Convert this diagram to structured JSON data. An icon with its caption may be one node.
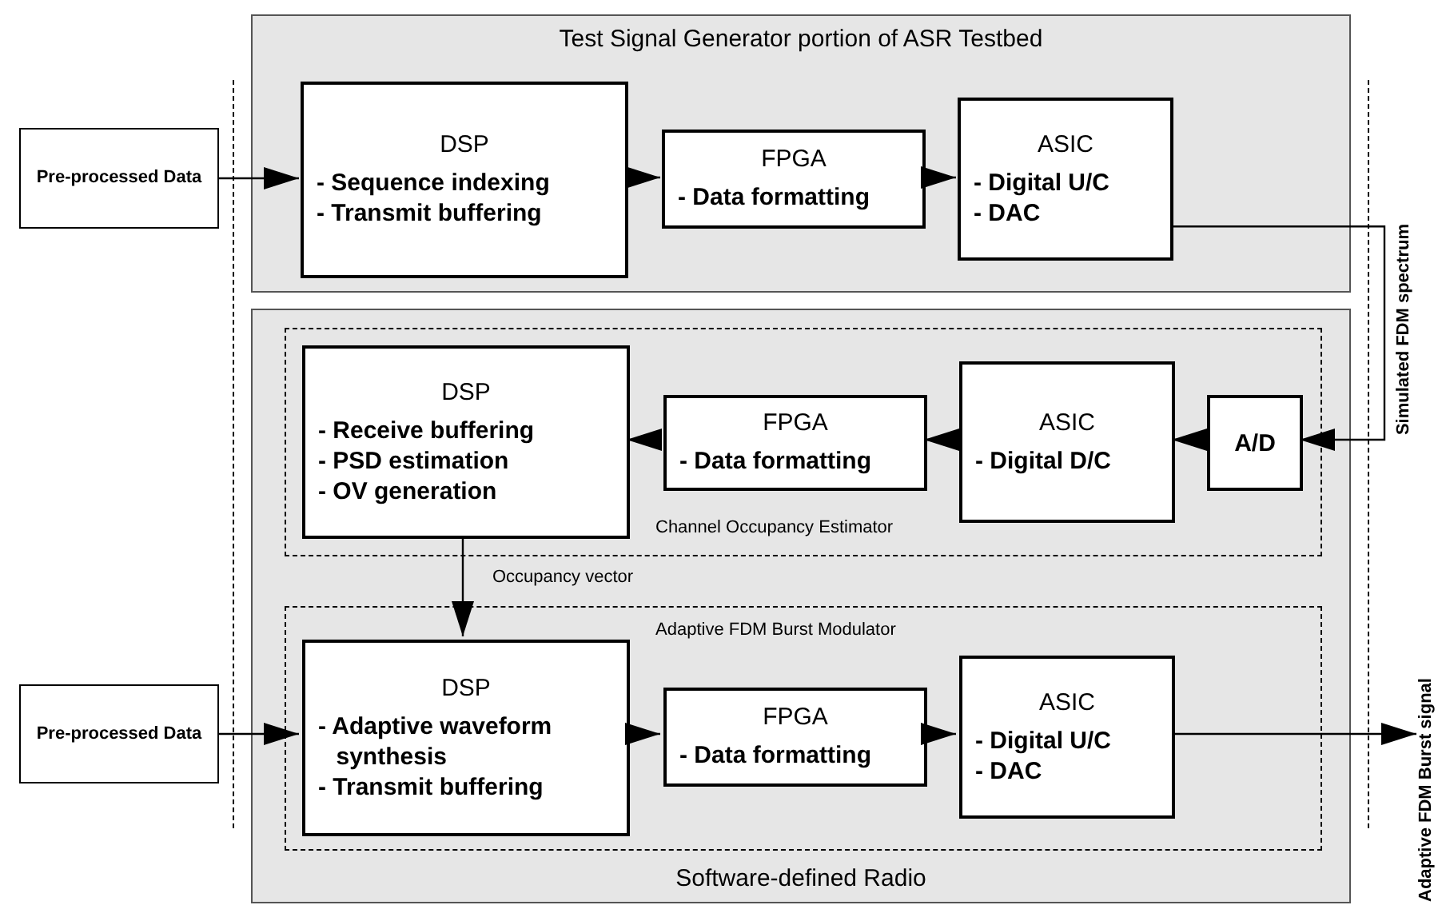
{
  "diagram": {
    "nodes": [
      {
        "text": [
          "Pre-processed Data"
        ]
      },
      {
        "text": [
          "Test Signal Generator portion of ASR Testbed"
        ]
      },
      {
        "text": [
          "DSP",
          "- Sequence indexing",
          "- Transmit buffering"
        ],
        "in": 1
      },
      {
        "text": [
          "FPGA",
          "- Data formatting"
        ],
        "in": 1
      },
      {
        "text": [
          "ASIC",
          "- Digital U/C",
          "- DAC"
        ],
        "in": 1
      },
      {
        "text": [
          "Software-defined Radio"
        ]
      },
      {
        "text": [
          "Channel Occupancy Estimator"
        ],
        "in": 5
      },
      {
        "text": [
          "DSP",
          "- Receive buffering",
          "- PSD estimation",
          "- OV generation"
        ],
        "in": 6
      },
      {
        "text": [
          "FPGA",
          "- Data formatting"
        ],
        "in": 6
      },
      {
        "text": [
          "ASIC",
          "- Digital D/C"
        ],
        "in": 6
      },
      {
        "text": [
          "A/D"
        ],
        "in": 6
      },
      {
        "text": [
          "Pre-processed Data"
        ]
      },
      {
        "text": [
          "Adaptive FDM Burst Modulator"
        ],
        "in": 5
      },
      {
        "text": [
          "DSP",
          "- Adaptive waveform synthesis",
          "- Transmit buffering"
        ],
        "in": 12
      },
      {
        "text": [
          "FPGA",
          "- Data formatting"
        ],
        "in": 12
      },
      {
        "text": [
          "ASIC",
          "- Digital U/C",
          "- DAC"
        ],
        "in": 12
      },
      {
        "text": [
          "Adaptive FDM Burst signal"
        ]
      }
    ],
    "edges": [
      {
        "from": 0,
        "to": 2,
        "arrow": "to"
      },
      {
        "from": 2,
        "to": 3,
        "arrow": "to"
      },
      {
        "from": 3,
        "to": 4,
        "arrow": "to"
      },
      {
        "from": 4,
        "to": 10,
        "arrow": "to",
        "label": "Simulated FDM spectrum"
      },
      {
        "from": 10,
        "to": 9,
        "arrow": "to"
      },
      {
        "from": 9,
        "to": 8,
        "arrow": "to"
      },
      {
        "from": 8,
        "to": 7,
        "arrow": "to"
      },
      {
        "from": 7,
        "to": 13,
        "arrow": "to",
        "label": "Occupancy vector"
      },
      {
        "from": 11,
        "to": 13,
        "arrow": "to"
      },
      {
        "from": 13,
        "to": 14,
        "arrow": "to"
      },
      {
        "from": 14,
        "to": 15,
        "arrow": "to"
      },
      {
        "from": 15,
        "to": 16,
        "arrow": "to"
      }
    ]
  }
}
